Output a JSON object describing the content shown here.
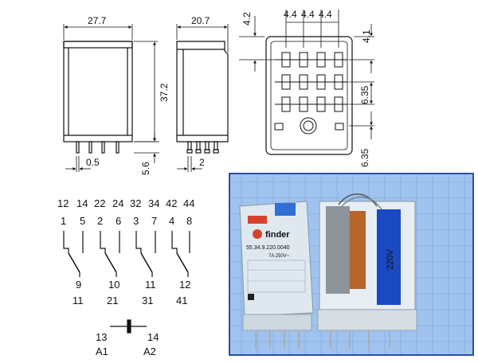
{
  "drawings": {
    "front_view": {
      "width": "27.7",
      "height": "37.2",
      "pin_width": "0.5",
      "pin_length": "5.6"
    },
    "side_view": {
      "width": "20.7",
      "pin_pitch": "2"
    },
    "bottom_view": {
      "top_gap": "4.2",
      "col_pitch": [
        "4.4",
        "4.4",
        "4.4"
      ],
      "edge_gap": "4.1",
      "row_pitch_1": "6.35",
      "row_pitch_2": "6.35"
    }
  },
  "schematic": {
    "top_row": [
      "12",
      "14",
      "22",
      "24",
      "32",
      "34",
      "42",
      "44"
    ],
    "second_row": [
      "1",
      "5",
      "2",
      "6",
      "3",
      "7",
      "4",
      "8"
    ],
    "common_pins": [
      "9",
      "10",
      "11",
      "12"
    ],
    "common_codes": [
      "11",
      "21",
      "31",
      "41"
    ],
    "coil_left_pin": "13",
    "coil_right_pin": "14",
    "coil_left_label": "A1",
    "coil_right_label": "A2"
  },
  "photo": {
    "brand": "finder",
    "model": "55.34.9.220.0040",
    "rating": "7A 250V~",
    "coil_voltage_label": "220V"
  },
  "colors": {
    "photo_frame": "#2b4fa8",
    "photo_bg": "#9fc3ee",
    "brand_red": "#d4442a",
    "coil_blue": "#1b49c2",
    "copper": "#b8642a"
  }
}
